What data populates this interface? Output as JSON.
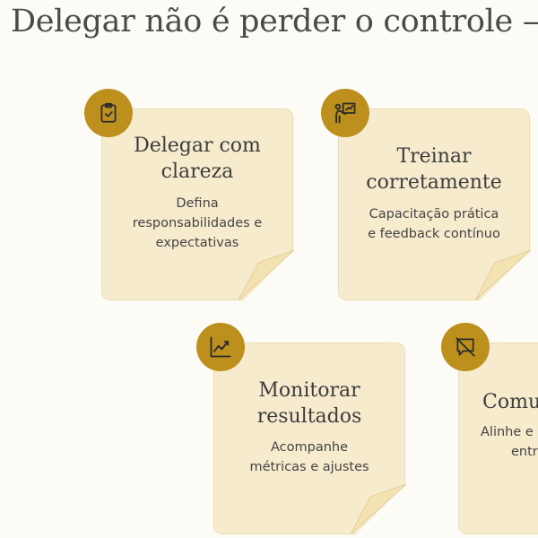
{
  "title": "Delegar não é perder o controle —",
  "cards": [
    {
      "title_line1": "Delegar com",
      "title_line2": "clareza",
      "desc_line1": "Defina",
      "desc_line2": "responsabilidades e",
      "desc_line3": "expectativas",
      "icon": "clipboard-check-icon"
    },
    {
      "title_line1": "Treinar",
      "title_line2": "corretamente",
      "desc_line1": "Capacitação prática",
      "desc_line2": "e feedback contínuo",
      "icon": "presentation-teacher-icon"
    },
    {
      "title_line1": "Monitorar",
      "title_line2": "resultados",
      "desc_line1": "Acompanhe",
      "desc_line2": "métricas e ajustes",
      "icon": "trend-chart-icon"
    },
    {
      "title_line1": "Comu",
      "desc_line1": "Alinhe e",
      "desc_line2": "entr",
      "icon": "message-off-icon"
    }
  ],
  "colors": {
    "background": "#fdfbf5",
    "card": "#f6ebcd",
    "badge": "#bd8f1c",
    "title_text": "#4a4a4a"
  }
}
